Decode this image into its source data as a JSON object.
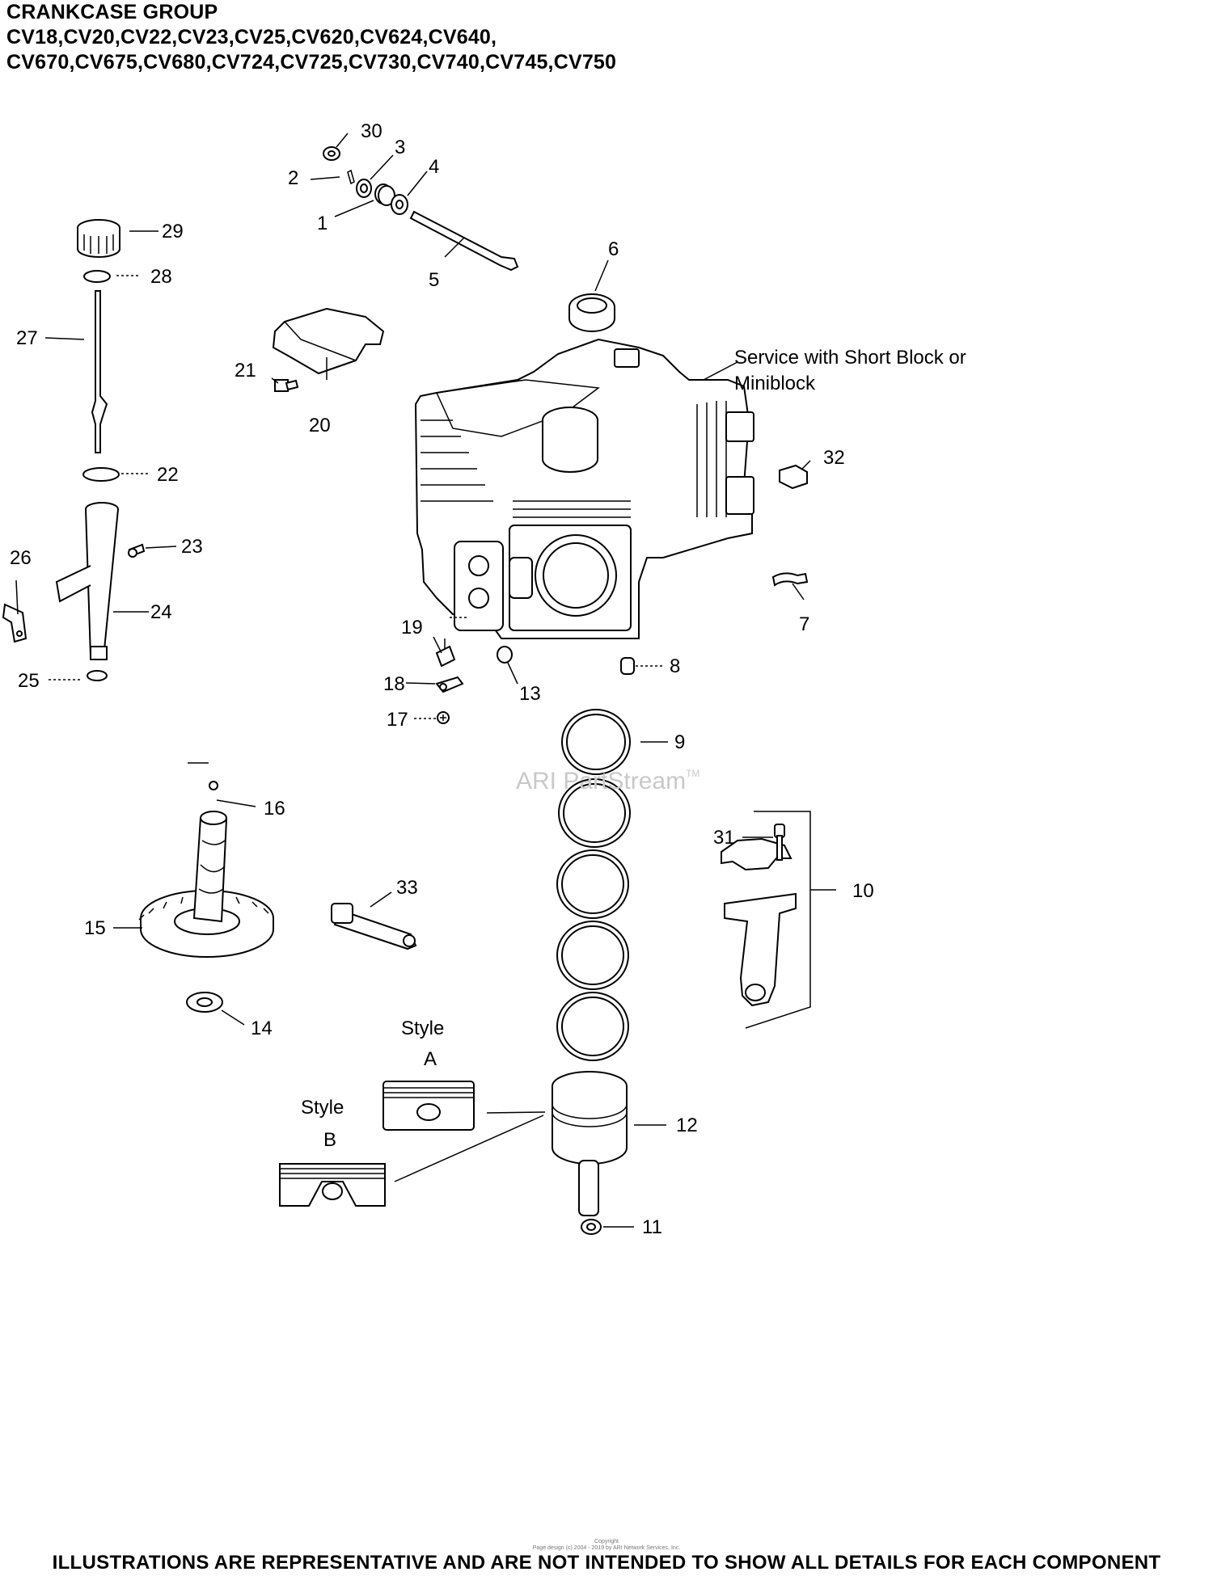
{
  "header": {
    "title": "CRANKCASE GROUP",
    "models_line1": "CV18,CV20,CV22,CV23,CV25,CV620,CV624,CV640,",
    "models_line2": "CV670,CV675,CV680,CV724,CV725,CV730,CV740,CV745,CV750"
  },
  "note": {
    "line1": "Service with Short Block or",
    "line2": "Miniblock"
  },
  "styles": {
    "style_a_word": "Style",
    "style_a_letter": "A",
    "style_b_word": "Style",
    "style_b_letter": "B"
  },
  "callouts": {
    "c1": "1",
    "c2": "2",
    "c3": "3",
    "c4": "4",
    "c5": "5",
    "c6": "6",
    "c7": "7",
    "c8": "8",
    "c9": "9",
    "c10": "10",
    "c11": "11",
    "c12": "12",
    "c13": "13",
    "c14": "14",
    "c15": "15",
    "c16": "16",
    "c17": "17",
    "c18": "18",
    "c19": "19",
    "c20": "20",
    "c21": "21",
    "c22": "22",
    "c23": "23",
    "c24": "24",
    "c25": "25",
    "c26": "26",
    "c27": "27",
    "c28": "28",
    "c29": "29",
    "c30": "30",
    "c31": "31",
    "c32": "32",
    "c33": "33"
  },
  "watermark": {
    "text": "ARI PartStream",
    "mark": "TM"
  },
  "copyright": {
    "line1": "Copyright",
    "line2": "Page design (c) 2004 - 2019 by ARI Network Services, Inc."
  },
  "footer": "ILLUSTRATIONS ARE REPRESENTATIVE AND ARE NOT INTENDED TO SHOW ALL DETAILS FOR EACH COMPONENT"
}
